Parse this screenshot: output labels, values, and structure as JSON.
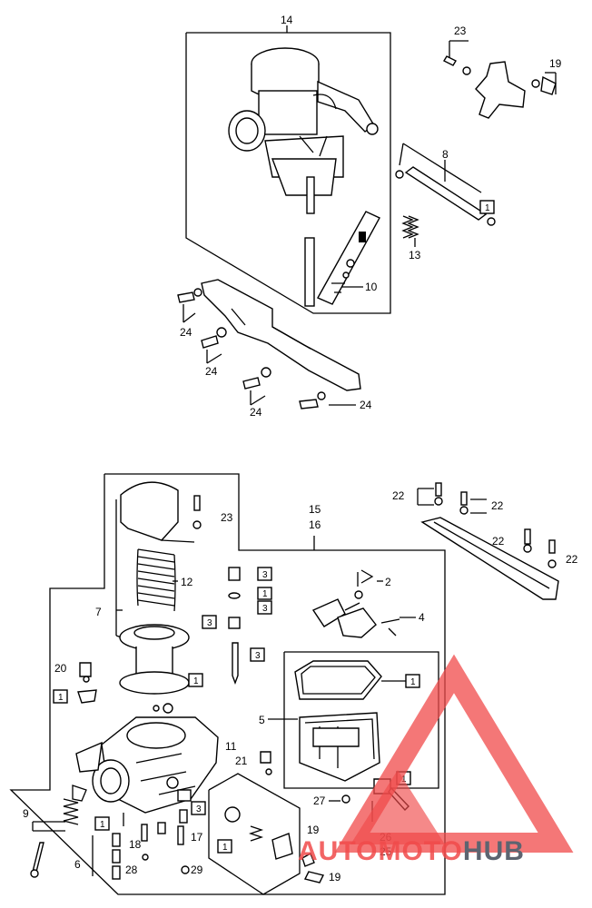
{
  "diagram": {
    "upper_labels": {
      "l14": "14",
      "l23": "23",
      "l19": "19",
      "l8": "8",
      "l1": "1",
      "l13": "13",
      "l10": "10",
      "l24a": "24",
      "l24b": "24",
      "l24c": "24",
      "l24d": "24"
    },
    "lower_labels": {
      "l15": "15",
      "l16": "16",
      "l23": "23",
      "l12": "12",
      "l7": "7",
      "l22a": "22",
      "l22b": "22",
      "l22c": "22",
      "l22d": "22",
      "l2a": "2",
      "l4": "4",
      "l5": "5",
      "l20": "20",
      "l11": "11",
      "l21": "21",
      "l27": "27",
      "l9": "9",
      "l6": "6",
      "l18": "18",
      "l17": "17",
      "l28a": "28",
      "l29": "29",
      "l19a": "19",
      "l19b": "19",
      "l26": "26",
      "l25": "25"
    },
    "boxed": {
      "b1_upper": "1",
      "b3a": "3",
      "b1a": "1",
      "b3b": "3",
      "b3c": "3",
      "b3d": "3",
      "b1b": "1",
      "b1c": "1",
      "b1d": "1",
      "b1e": "1",
      "b1f": "1",
      "b3e": "3",
      "b1g": "1"
    }
  },
  "watermark": {
    "part1": "AUTO",
    "part2": "MOTO",
    "part3": "HUB",
    "accent": "#f04a4a",
    "dark": "#5d6470"
  }
}
